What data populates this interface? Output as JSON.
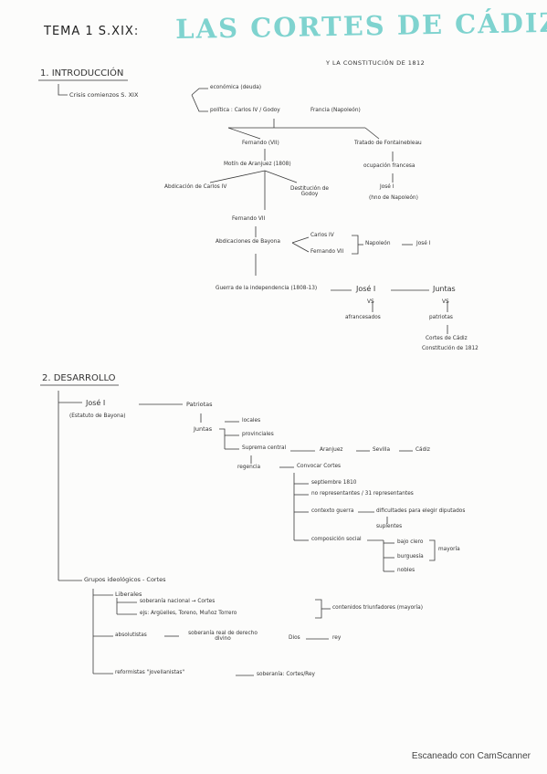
{
  "header": {
    "tema": "TEMA 1  S.XIX:",
    "title": "LAS CORTES DE CÁDIZ",
    "subtitle": "Y LA CONSTITUCIÓN DE 1812"
  },
  "intro": {
    "heading": "1. INTRODUCCIÓN",
    "crisis": "Crisis comienzos S. XIX",
    "economica": "económica (deuda)",
    "politica": "política : Carlos IV / Godoy",
    "francia": "Francia (Napoleón)",
    "fernando": "Fernando (VII)",
    "motin": "Motín de Aranjuez (1808)",
    "abdicacion_carlos": "Abdicación de Carlos IV",
    "destitucion": "Destitución de Godoy",
    "fernando7": "Fernando VII",
    "abdicaciones": "Abdicaciones de Bayona",
    "carlos4": "Carlos IV",
    "fernando_vii": "Fernando VII",
    "napoleon": "Napoleón",
    "jose1": "José I",
    "tratado": "Tratado de Fontainebleau",
    "ocupacion": "ocupación francesa",
    "jose_i": "José I",
    "hno": "(hno de Napoleón)",
    "guerra": "Guerra de la independencia (1808-13)",
    "jose_right": "José I",
    "juntas": "Juntas",
    "afrancesados": "afrancesados",
    "patriotas": "patriotas",
    "cortes_cadiz": "Cortes de Cádiz",
    "constitucion": "Constitución de 1812",
    "vs_left": "VS",
    "vs_right": "VS"
  },
  "desarrollo": {
    "heading": "2. DESARROLLO",
    "jose": "José I",
    "estatuto": "(Estatuto de Bayona)",
    "patriotas": "Patriotas",
    "juntas": "Juntas",
    "locales": "locales",
    "provinciales": "provinciales",
    "suprema": "Suprema central",
    "aranjuez": "Aranjuez",
    "sevilla": "Sevilla",
    "cadiz": "Cádiz",
    "regencia": "regencia",
    "convocar": "Convocar Cortes",
    "septiembre": "septiembre 1810",
    "representantes": "no representantes / 31 representantes",
    "contexto": "contexto guerra",
    "dificultades": "dificultades para elegir diputados",
    "suplentes": "suplentes",
    "composicion": "composición social",
    "bajo_clero": "bajo clero",
    "burguesia": "burguesía",
    "mayoria": "mayoría",
    "nobles": "nobles",
    "grupos": "Grupos ideológicos - Cortes",
    "liberales": "Liberales",
    "soberania_nacional": "soberanía nacional → Cortes",
    "ejs": "ejs: Argüelles, Toreno, Muñoz Torrero",
    "contenidos": "contenidos triunfadores (mayoría)",
    "absolutistas": "absolutistas",
    "soberania_real": "soberanía real de derecho divino",
    "dios": "Dios",
    "rey": "rey",
    "reformistas": "reformistas \"jovellanistas\"",
    "soberania_compartida": "soberanía: Cortes/Rey"
  },
  "footer": {
    "scanner": "Escaneado con CamScanner"
  }
}
